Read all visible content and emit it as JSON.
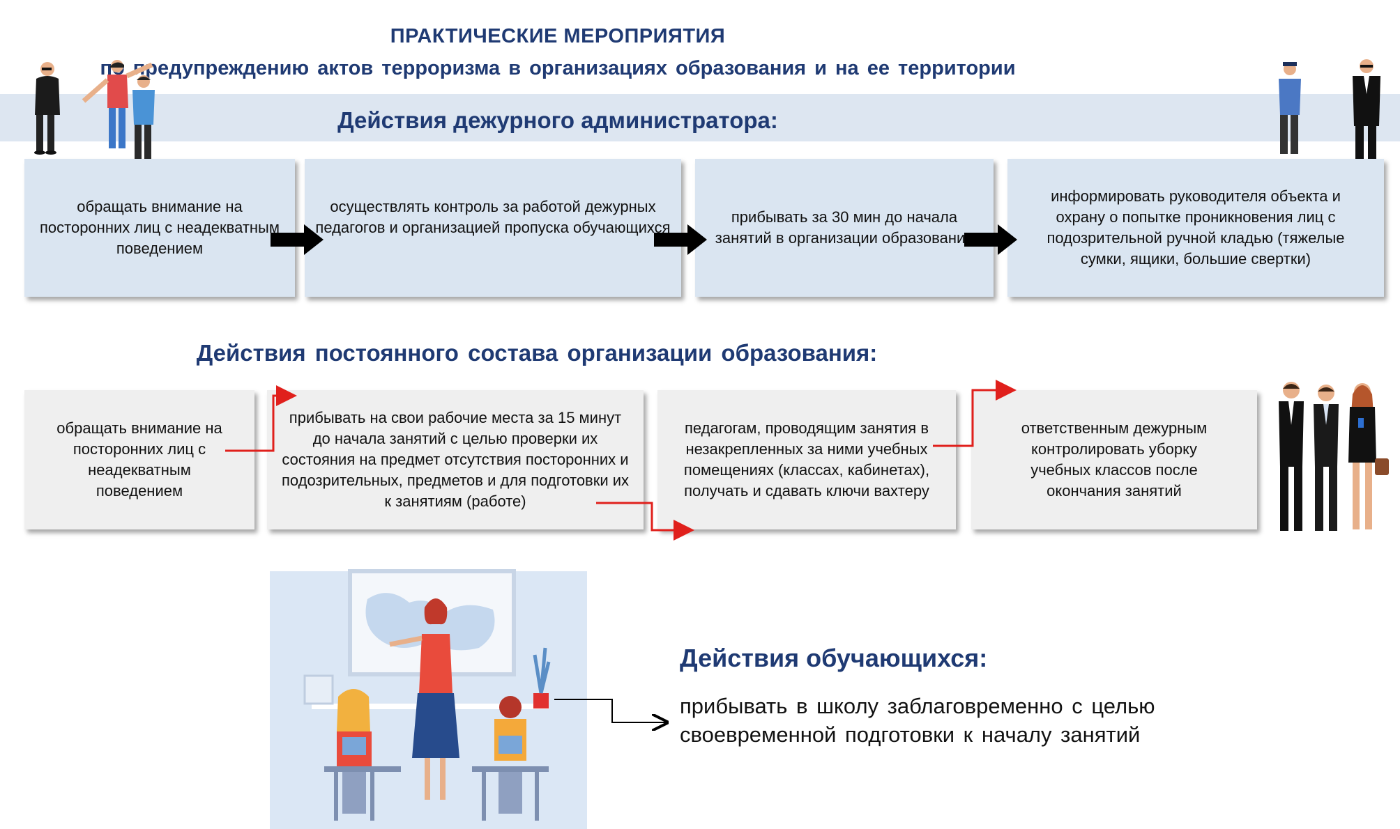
{
  "header": {
    "title": "ПРАКТИЧЕСКИЕ МЕРОПРИЯТИЯ",
    "subtitle": "по предупреждению актов терроризма в организациях образования и на ее территории"
  },
  "section_admin": {
    "heading": "Действия дежурного администратора:",
    "steps": [
      "обращать внимание на посторонних лиц с неадекватным поведением",
      "осуществлять контроль за работой дежурных педагогов и организацией пропуска обучающихся",
      "прибывать за 30 мин до начала занятий в организации образования",
      "информировать руководителя объекта и охрану о попытке проникновения лиц с подозрительной ручной кладью (тяжелые сумки, ящики, большие свертки)"
    ]
  },
  "section_staff": {
    "heading": "Действия постоянного состава организации образования:",
    "steps": [
      "обращать внимание на посторонних лиц с неадекватным поведением",
      "прибывать на свои рабочие места за 15 минут до начала занятий с целью проверки их состояния на предмет отсутствия посторонних и подозрительных, предметов и для подготовки их к занятиям (работе)",
      "педагогам, проводящим занятия в незакрепленных за ними учебных помещениях (классах, кабинетах), получать и сдавать ключи вахтеру",
      "ответственным дежурным контролировать уборку учебных классов после окончания занятий"
    ]
  },
  "section_students": {
    "heading": "Действия обучающихся:",
    "text": "прибывать в школу заблаговременно с целью своевременной подготовки к началу занятий"
  },
  "colors": {
    "heading": "#1f3a73",
    "admin_box": "#dae5f1",
    "staff_box": "#efefef",
    "connector": "#e0201c"
  },
  "icons": [
    "suspicious-people-illustration",
    "security-guards-illustration",
    "staff-group-illustration",
    "classroom-illustration"
  ]
}
